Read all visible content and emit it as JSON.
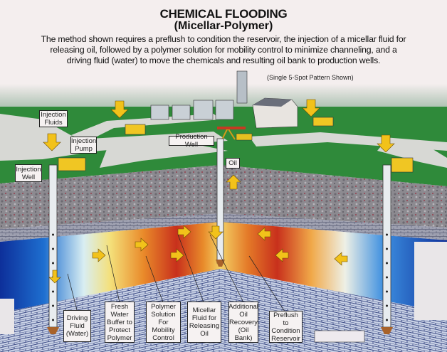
{
  "header": {
    "title": "CHEMICAL FLOODING",
    "subtitle": "(Micellar-Polymer)",
    "description": "The method shown requires a preflush to condition the reservoir, the injection of a micellar fluid for releasing oil, followed by a polymer solution for mobility control to minimize channeling, and a driving fluid (water) to move the chemicals and resulting oil bank to production wells.",
    "pattern_note": "(Single 5-Spot Pattern Shown)"
  },
  "surface_labels": {
    "injection_fluids": "Injection Fluids",
    "injection_pump": "Injection Pump",
    "injection_well": "Injection Well",
    "production_well": "Production Well",
    "oil": "Oil"
  },
  "zone_labels": [
    "Driving Fluid (Water)",
    "Fresh Water Buffer to Protect Polymer",
    "Polymer Solution For Mobility Control",
    "Micellar Fluid for Releasing Oil",
    "Additional Oil Recovery (Oil Bank)",
    "Preflush to Condition Reservoir"
  ],
  "colors": {
    "arrow": "#f2c21a",
    "grass": "#2f8a3a",
    "water": "#1e5fc0",
    "oil_bank": "#d2461e"
  }
}
